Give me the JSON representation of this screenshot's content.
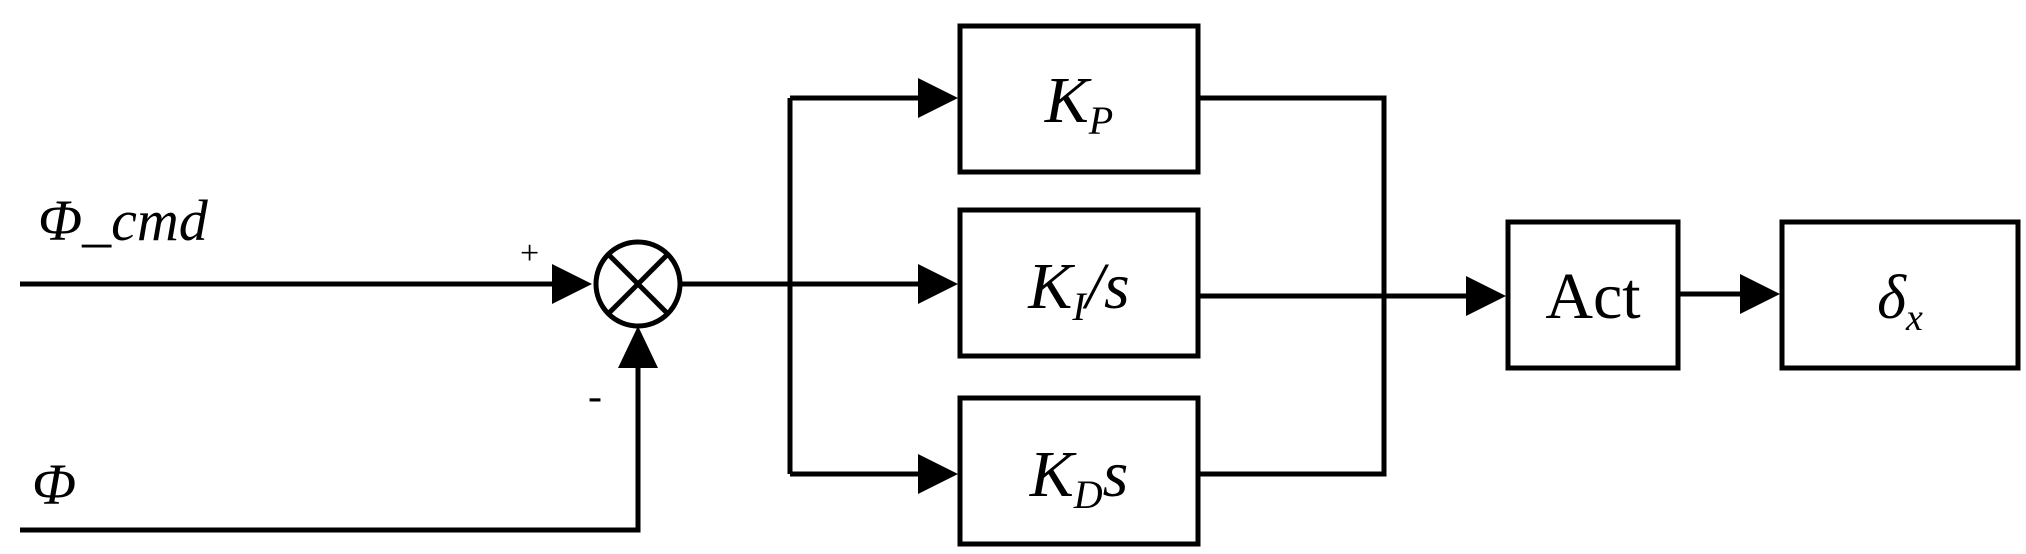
{
  "inputs": {
    "command_label": "Φ_cmd",
    "feedback_label": "Φ"
  },
  "summing_junction": {
    "plus_sign": "+",
    "minus_sign": "-"
  },
  "blocks": {
    "proportional": {
      "main": "K",
      "sub": "P"
    },
    "integral": {
      "main": "K",
      "sub": "I",
      "suffix": "/s"
    },
    "derivative": {
      "main": "K",
      "sub": "D",
      "suffix": "s"
    },
    "actuator": {
      "label": "Act"
    },
    "output": {
      "main": "δ",
      "sub": "x"
    }
  },
  "colors": {
    "line": "#000000",
    "background": "#ffffff"
  }
}
